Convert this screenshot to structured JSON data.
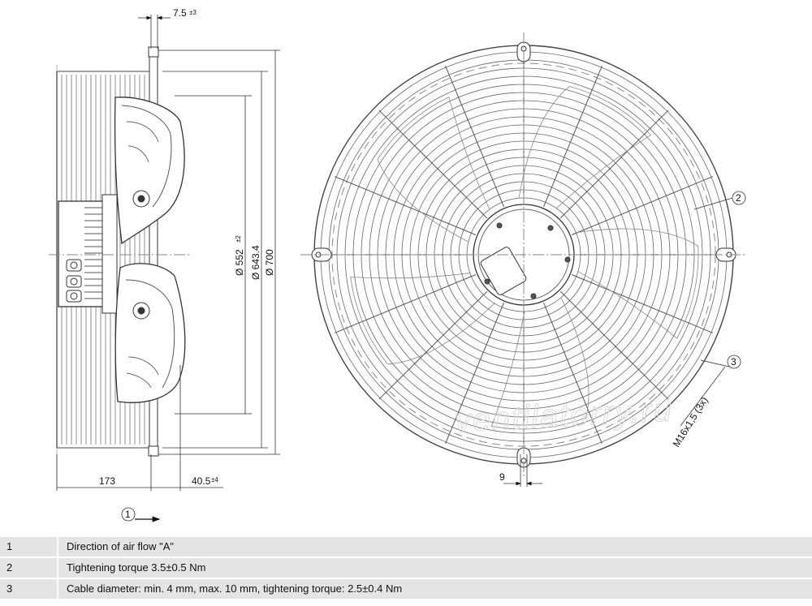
{
  "side_view": {
    "dim_top": "7.5",
    "dim_top_tol": "±3",
    "dim_bottom_left": "173",
    "dim_bottom_right": "40.5",
    "dim_bottom_right_tol": "±4",
    "dia_1": "Ø 552",
    "dia_1_tol": "±2",
    "dia_2": "Ø 643.4",
    "dia_3": "Ø 700",
    "airflow_callout": "1"
  },
  "front_view": {
    "callout_2": "2",
    "callout_3": "3",
    "thread_label": "M16x1,5 (3x)",
    "dim_bottom": "9",
    "watermark": "ventilatorry.ru"
  },
  "legend": [
    {
      "num": "1",
      "text": "Direction of air flow \"A\""
    },
    {
      "num": "2",
      "text": "Tightening torque 3.5±0.5 Nm"
    },
    {
      "num": "3",
      "text": "Cable diameter: min. 4 mm, max. 10 mm, tightening torque: 2.5±0.4 Nm"
    }
  ]
}
